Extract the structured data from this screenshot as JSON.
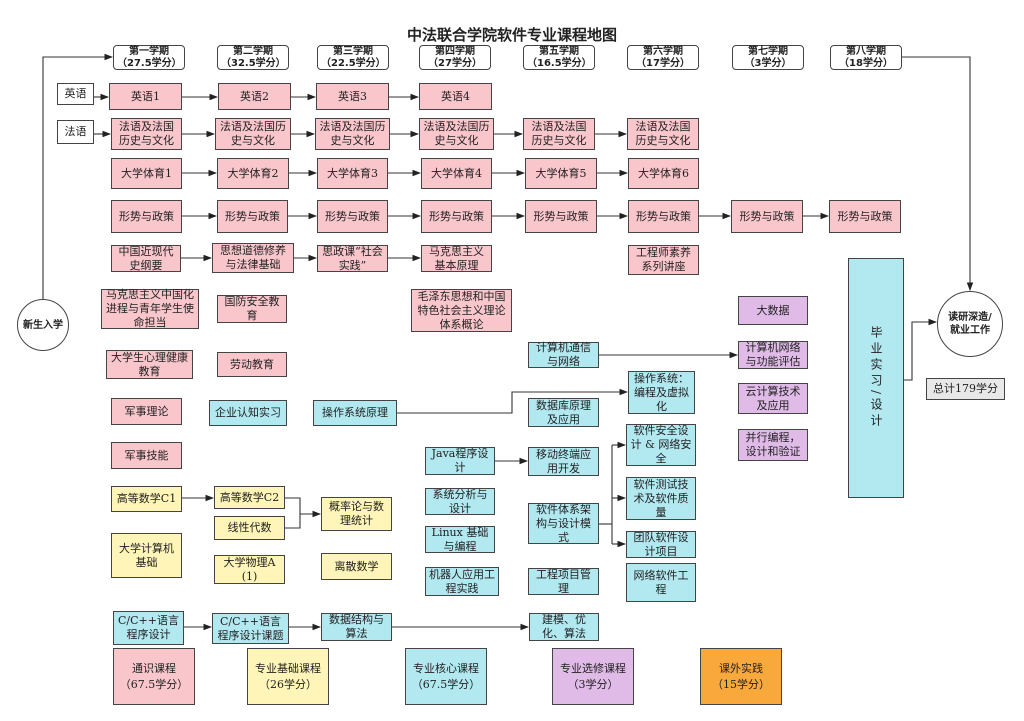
{
  "title": "中法联合学院软件专业课程地图",
  "semesters": [
    {
      "name": "第一学期",
      "credits": "（27.5学分）"
    },
    {
      "name": "第二学期",
      "credits": "（32.5学分）"
    },
    {
      "name": "第三学期",
      "credits": "（22.5学分）"
    },
    {
      "name": "第四学期",
      "credits": "（27学分）"
    },
    {
      "name": "第五学期",
      "credits": "（16.5学分）"
    },
    {
      "name": "第六学期",
      "credits": "（17学分）"
    },
    {
      "name": "第七学期",
      "credits": "（3学分）"
    },
    {
      "name": "第八学期",
      "credits": "（18学分）"
    }
  ],
  "nodes": {
    "start": "新生入学",
    "end": "读研深造/就业工作",
    "total": "总计179学分",
    "grad": "毕业实习/设计",
    "lbl_en": "英语",
    "lbl_fr": "法语",
    "en1": "英语1",
    "en2": "英语2",
    "en3": "英语3",
    "en4": "英语4",
    "fr1": "法语及法国历史与文化",
    "fr2": "法语及法国历史与文化",
    "fr3": "法语及法国历史与文化",
    "fr4": "法语及法国历史与文化",
    "fr5": "法语及法国历史与文化",
    "fr6": "法语及法国历史与文化",
    "pe1": "大学体育1",
    "pe2": "大学体育2",
    "pe3": "大学体育3",
    "pe4": "大学体育4",
    "pe5": "大学体育5",
    "pe6": "大学体育6",
    "sp1": "形势与政策",
    "sp2": "形势与政策",
    "sp3": "形势与政策",
    "sp4": "形势与政策",
    "sp5": "形势与政策",
    "sp6": "形势与政策",
    "sp7": "形势与政策",
    "sp8": "形势与政策",
    "hist": "中国近现代史纲要",
    "moral": "思想道德修养与法律基础",
    "social": "思政课“社会实践”",
    "marx": "马克思主义基本原理",
    "engsem": "工程师素养系列讲座",
    "marxcn": "马克思主义中国化进程与青年学生使命担当",
    "defense": "国防安全教育",
    "mao": "毛泽东思想和中国特色社会主义理论体系概论",
    "bigdata": "大数据",
    "psych": "大学生心理健康教育",
    "labor": "劳动教育",
    "commnet": "计算机通信与网络",
    "neteval": "计算机网络与功能评估",
    "military": "军事理论",
    "intern": "企业认知实习",
    "os": "操作系统原理",
    "osvirt": "操作系统：编程及虚拟化",
    "db": "数据库原理及应用",
    "cloud": "云计算技术及应用",
    "parallel": "并行编程，设计和验证",
    "milskill": "军事技能",
    "java": "Java程序设计",
    "mobile": "移动终端应用开发",
    "secure": "软件安全设计 & 网络安全",
    "math1": "高等数学C1",
    "math2": "高等数学C2",
    "linalg": "线性代数",
    "prob": "概率论与数理统计",
    "sysana": "系统分析与设计",
    "arch": "软件体系架构与设计模式",
    "test": "软件测试技术及软件质量",
    "linux": "Linux 基础与编程",
    "team": "团队软件设计项目",
    "compbase": "大学计算机基础",
    "physics": "大学物理A(1)",
    "discrete": "离散数学",
    "robot": "机器人应用工程实践",
    "pm": "工程项目管理",
    "netsw": "网络软件工程",
    "cpp": "C/C++语言程序设计",
    "cppproj": "C/C++语言程序设计课题",
    "ds": "数据结构与算法",
    "model": "建模、优化、算法"
  },
  "legend": [
    {
      "name": "通识课程",
      "credits": "（67.5学分）",
      "color": "#f9c6cc"
    },
    {
      "name": "专业基础课程",
      "credits": "（26学分）",
      "color": "#fff5b8"
    },
    {
      "name": "专业核心课程",
      "credits": "（67.5学分）",
      "color": "#b2e8f0"
    },
    {
      "name": "专业选修课程",
      "credits": "（3学分）",
      "color": "#e0bbe8"
    },
    {
      "name": "课外实践",
      "credits": "（15学分）",
      "color": "#f9a83c"
    }
  ]
}
